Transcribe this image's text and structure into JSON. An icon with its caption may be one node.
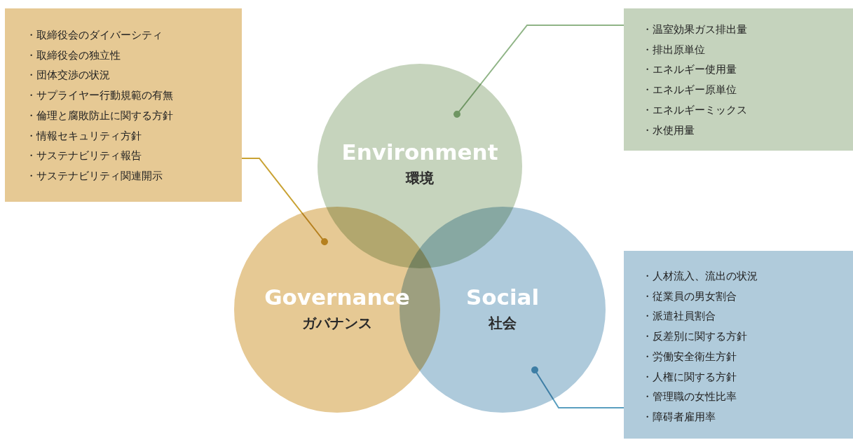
{
  "diagram": {
    "nodes": [
      {
        "text": [
          "・取締役会のダイバーシティ",
          "・取締役会の独立性",
          "・団体交渉の状況",
          "・サプライヤー行動規範の有無",
          "・倫理と腐敗防止に関する方針",
          "・情報セキュリティ方針",
          "・サステナビリティ報告",
          "・サステナビリティ関連開示"
        ]
      },
      {
        "text": [
          "・温室効果ガス排出量",
          "・排出原単位",
          "・エネルギー使用量",
          "・エネルギー原単位",
          "・エネルギーミックス",
          "・水使用量"
        ]
      },
      {
        "text": [
          "Environment",
          "環境"
        ]
      },
      {
        "text": [
          "Governance",
          "ガバナンス"
        ]
      },
      {
        "text": [
          "Social",
          "社会"
        ]
      },
      {
        "text": [
          "・人材流入、流出の状況",
          "・従業員の男女割合",
          "・派遣社員割合",
          "・反差別に関する方針",
          "・労働安全衛生方針",
          "・人権に関する方針",
          "・管理職の女性比率",
          "・障碍者雇用率"
        ]
      }
    ],
    "edges": [
      {
        "from": 0,
        "to": 3,
        "arrow": "other",
        "color": "#c9a233"
      },
      {
        "from": 1,
        "to": 2,
        "arrow": "other",
        "color": "#8fb486"
      },
      {
        "from": 5,
        "to": 4,
        "arrow": "other",
        "color": "#5a9fc0"
      }
    ]
  }
}
